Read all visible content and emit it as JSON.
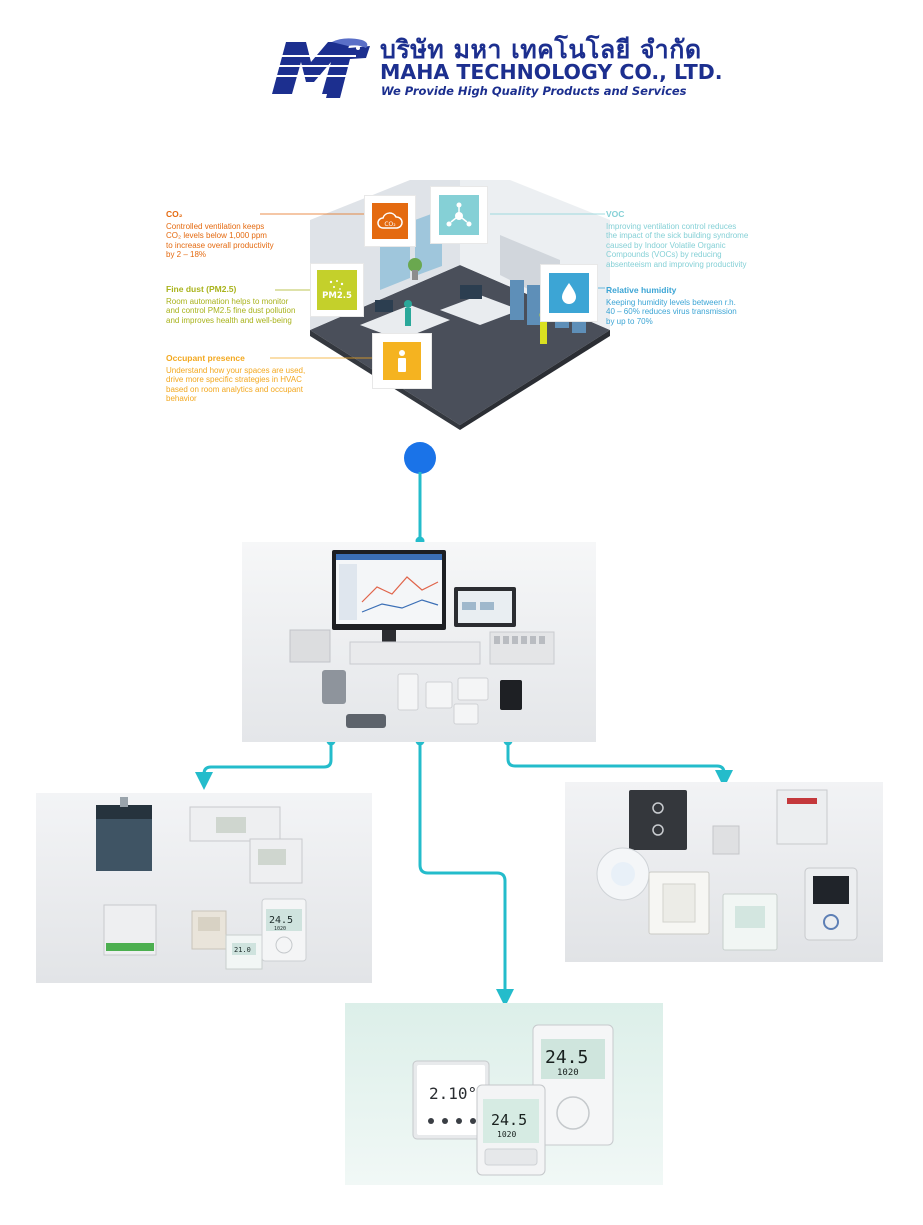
{
  "header": {
    "company_thai": "บริษัท มหา เทคโนโลยี จำกัด",
    "company_en": "MAHA TECHNOLOGY CO., LTD.",
    "tagline": "We Provide High Quality Products and Services",
    "logo_color": "#1c2f8f"
  },
  "room_annotations": {
    "co2": {
      "title": "CO₂",
      "body": "Controlled ventilation keeps\nCO₂ levels below 1,000 ppm\nto increase overall productivity\nby 2 – 18%",
      "color": "#e46a10",
      "icon_label": "CO₂"
    },
    "fine_dust": {
      "title": "Fine dust (PM2.5)",
      "body": "Room automation helps to monitor\nand control PM2.5 fine dust pollution\nand improves health and well-being",
      "color": "#a9b31c",
      "icon_label": "PM2.5"
    },
    "occupant": {
      "title": "Occupant presence",
      "body": "Understand how your spaces are used,\ndrive more specific strategies in HVAC\nbased on room analytics and occupant\nbehavior",
      "color": "#f3a81f"
    },
    "voc": {
      "title": "VOC",
      "body": "Improving ventilation control reduces\nthe impact of the sick building syndrome\ncaused by Indoor Volatile Organic\nCompounds (VOCs) by reducing\nabsenteeism and improving productivity",
      "color": "#85d0d6"
    },
    "humidity": {
      "title": "Relative humidity",
      "body": "Keeping humidity levels between r.h.\n40 – 60% reduces virus transmission\nby up to 70%",
      "color": "#3ca5d5"
    }
  },
  "devices": {
    "thermostat_bottom_left": "2.10°",
    "thermostat_bottom_mid": "24.5",
    "thermostat_bottom_mid_sub": "1020",
    "thermostat_bottom_right": "24.5",
    "thermostat_bottom_right_sub": "1020",
    "left_panel_display": "24.5",
    "left_panel_display_sub": "1020",
    "left_panel_small": "21.0"
  },
  "colors": {
    "connector": "#24bccb",
    "node": "#1a73e8"
  }
}
